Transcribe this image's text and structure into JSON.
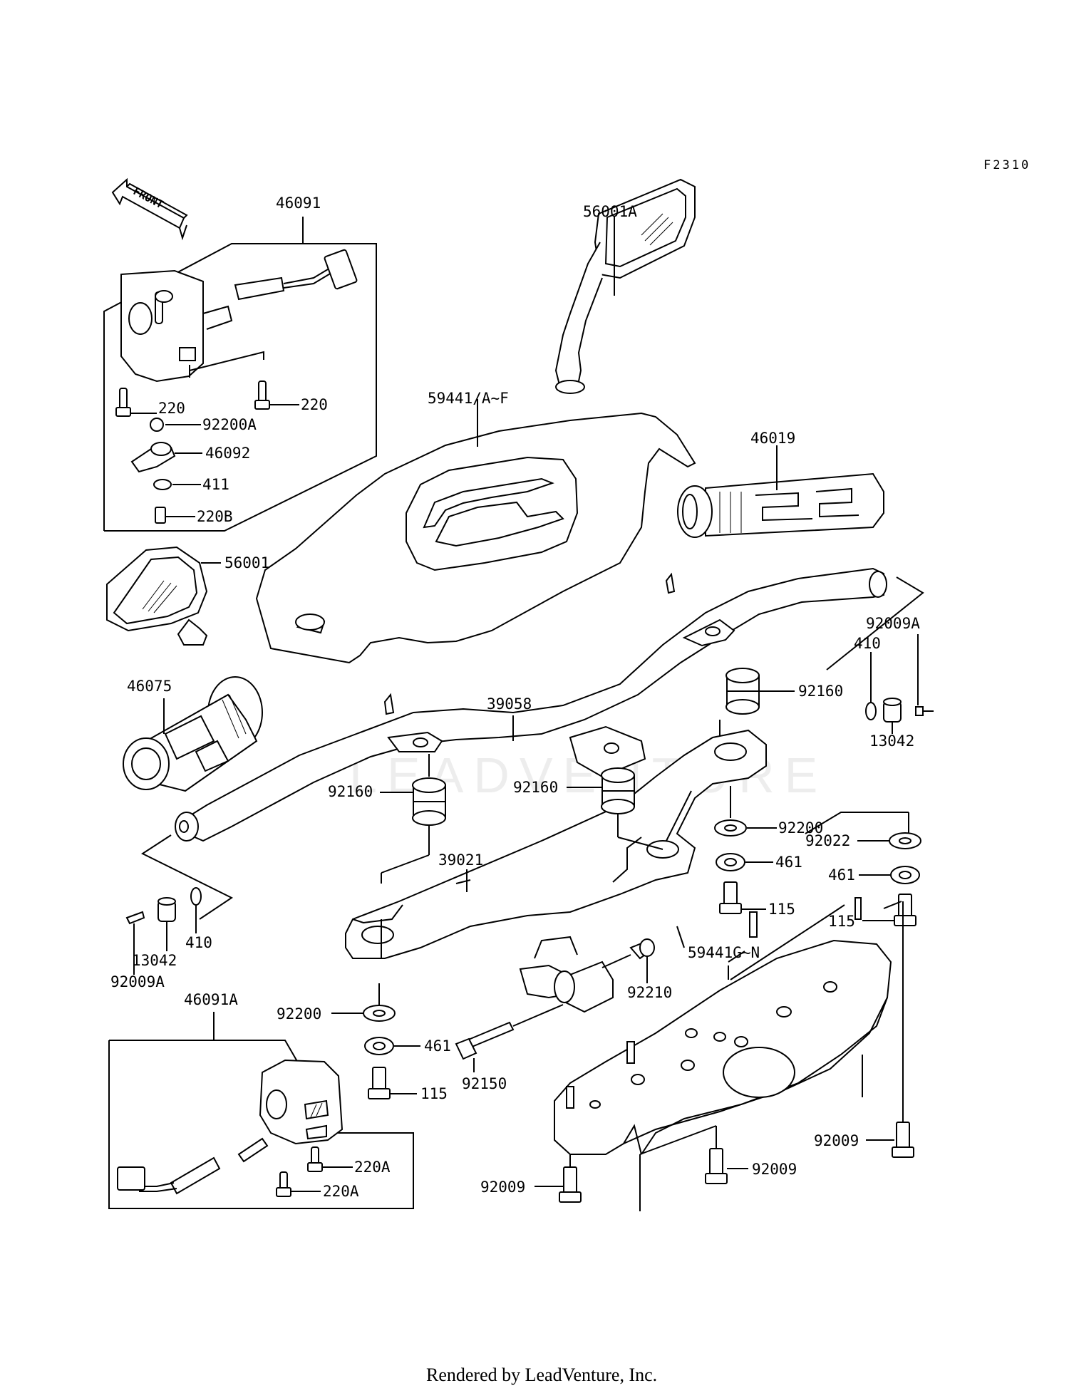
{
  "diagram_code": "F2310",
  "front_arrow": "FRONT",
  "footer": "Rendered by LeadVenture, Inc.",
  "watermark": "LEADVENTURE",
  "labels": {
    "p46091": "46091",
    "p56001A": "56001A",
    "p220_left": "220",
    "p220_right": "220",
    "p92200A": "92200A",
    "p46092": "46092",
    "p411": "411",
    "p220B": "220B",
    "p59441AF": "59441/A~F",
    "p46019": "46019",
    "p56001": "56001",
    "p92009A_right": "92009A",
    "p410_right": "410",
    "p92160_right": "92160",
    "p13042_right": "13042",
    "p46075": "46075",
    "p39058": "39058",
    "p92160_left": "92160",
    "p92160_mid": "92160",
    "p92200_right": "92200",
    "p92022": "92022",
    "p461_upper": "461",
    "p461_right": "461",
    "p39021": "39021",
    "p115_upper": "115",
    "p115_right": "115",
    "p410_left": "410",
    "p13042_left": "13042",
    "p92009A_left": "92009A",
    "p59441GN": "59441G~N",
    "p92210": "92210",
    "p46091A": "46091A",
    "p92200_left": "92200",
    "p461_left": "461",
    "p92150": "92150",
    "p115_left": "115",
    "p220A_upper": "220A",
    "p220A_lower": "220A",
    "p92009_right": "92009",
    "p92009_left": "92009",
    "p92009_mid": "92009"
  }
}
